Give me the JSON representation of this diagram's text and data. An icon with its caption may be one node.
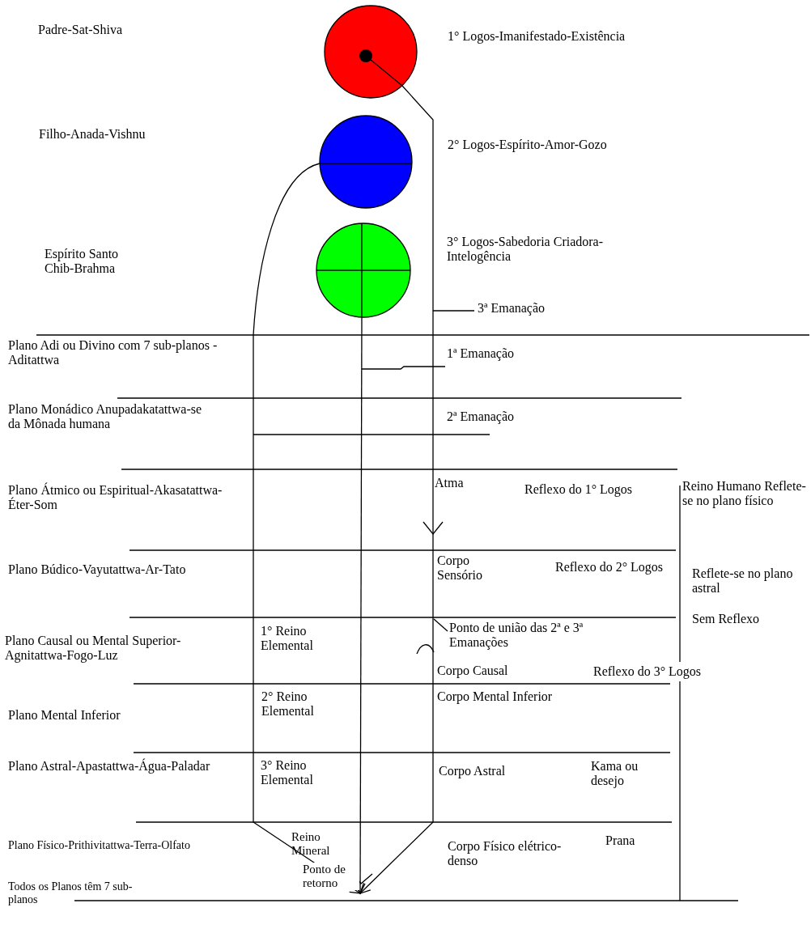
{
  "diagram": {
    "nodes": [
      {
        "text": [],
        "shape": "circle",
        "beside": [
          "1° Logos-Imanifestado-Existência"
        ]
      },
      {
        "text": [],
        "shape": "circle",
        "beside": [
          "2° Logos-Espírito-Amor-Gozo"
        ]
      },
      {
        "text": [],
        "shape": "circle",
        "beside": [
          "3° Logos-Sabedoria Criadora-Intelogência"
        ]
      },
      {
        "text": [
          "3ª Emanação"
        ]
      },
      {
        "text": [
          "1ª Emanação"
        ]
      },
      {
        "text": [
          "2ª Emanação"
        ]
      },
      {
        "text": [
          "Ponto de união das 2ª e 3ª Emanações"
        ]
      },
      {
        "text": [
          "Ponto de retorno"
        ]
      }
    ],
    "edges": [
      {
        "from": 0,
        "to": 7,
        "arrow": "to"
      },
      {
        "from": 1,
        "to": 7,
        "arrow": "to"
      },
      {
        "from": 2,
        "to": 7,
        "arrow": "to"
      },
      {
        "from": 3,
        "to": null,
        "arrow": "none"
      },
      {
        "from": 4,
        "to": null,
        "arrow": "none"
      },
      {
        "from": 5,
        "to": null,
        "arrow": "none"
      },
      {
        "from": 6,
        "to": null,
        "arrow": "none"
      }
    ],
    "labels": [
      "Padre-Sat-Shiva",
      "Filho-Anada-Vishnu",
      "Espírito Santo Chib-Brahma",
      "Plano Adi ou Divino com 7 sub-planos - Aditattwa",
      "Plano Monádico Anupadakatattwa-se da Mônada humana",
      "Plano Átmico ou Espiritual-Akasatattwa-Éter-Som",
      "Atma",
      "Reflexo do 1° Logos",
      "Reino Humano Reflete-se no plano físico",
      "Plano Búdico-Vayutattwa-Ar-Tato",
      "Corpo Sensório",
      "Reflexo do 2° Logos",
      "Reflete-se no plano astral",
      "Sem Reflexo",
      "Plano Causal ou Mental Superior-Agnitattwa-Fogo-Luz",
      "1° Reino Elemental",
      "Corpo Causal",
      "Reflexo do 3° Logos",
      "Plano Mental Inferior",
      "2° Reino Elemental",
      "Corpo Mental Inferior",
      "Plano Astral-Apastattwa-Água-Paladar",
      "3° Reino Elemental",
      "Corpo Astral",
      "Kama ou desejo",
      "Plano Físico-Prithivitattwa-Terra-Olfato",
      "Todos os Planos têm 7 sub-planos",
      "Reino Mineral",
      "Corpo Físico elétrico-denso",
      "Prana"
    ]
  }
}
